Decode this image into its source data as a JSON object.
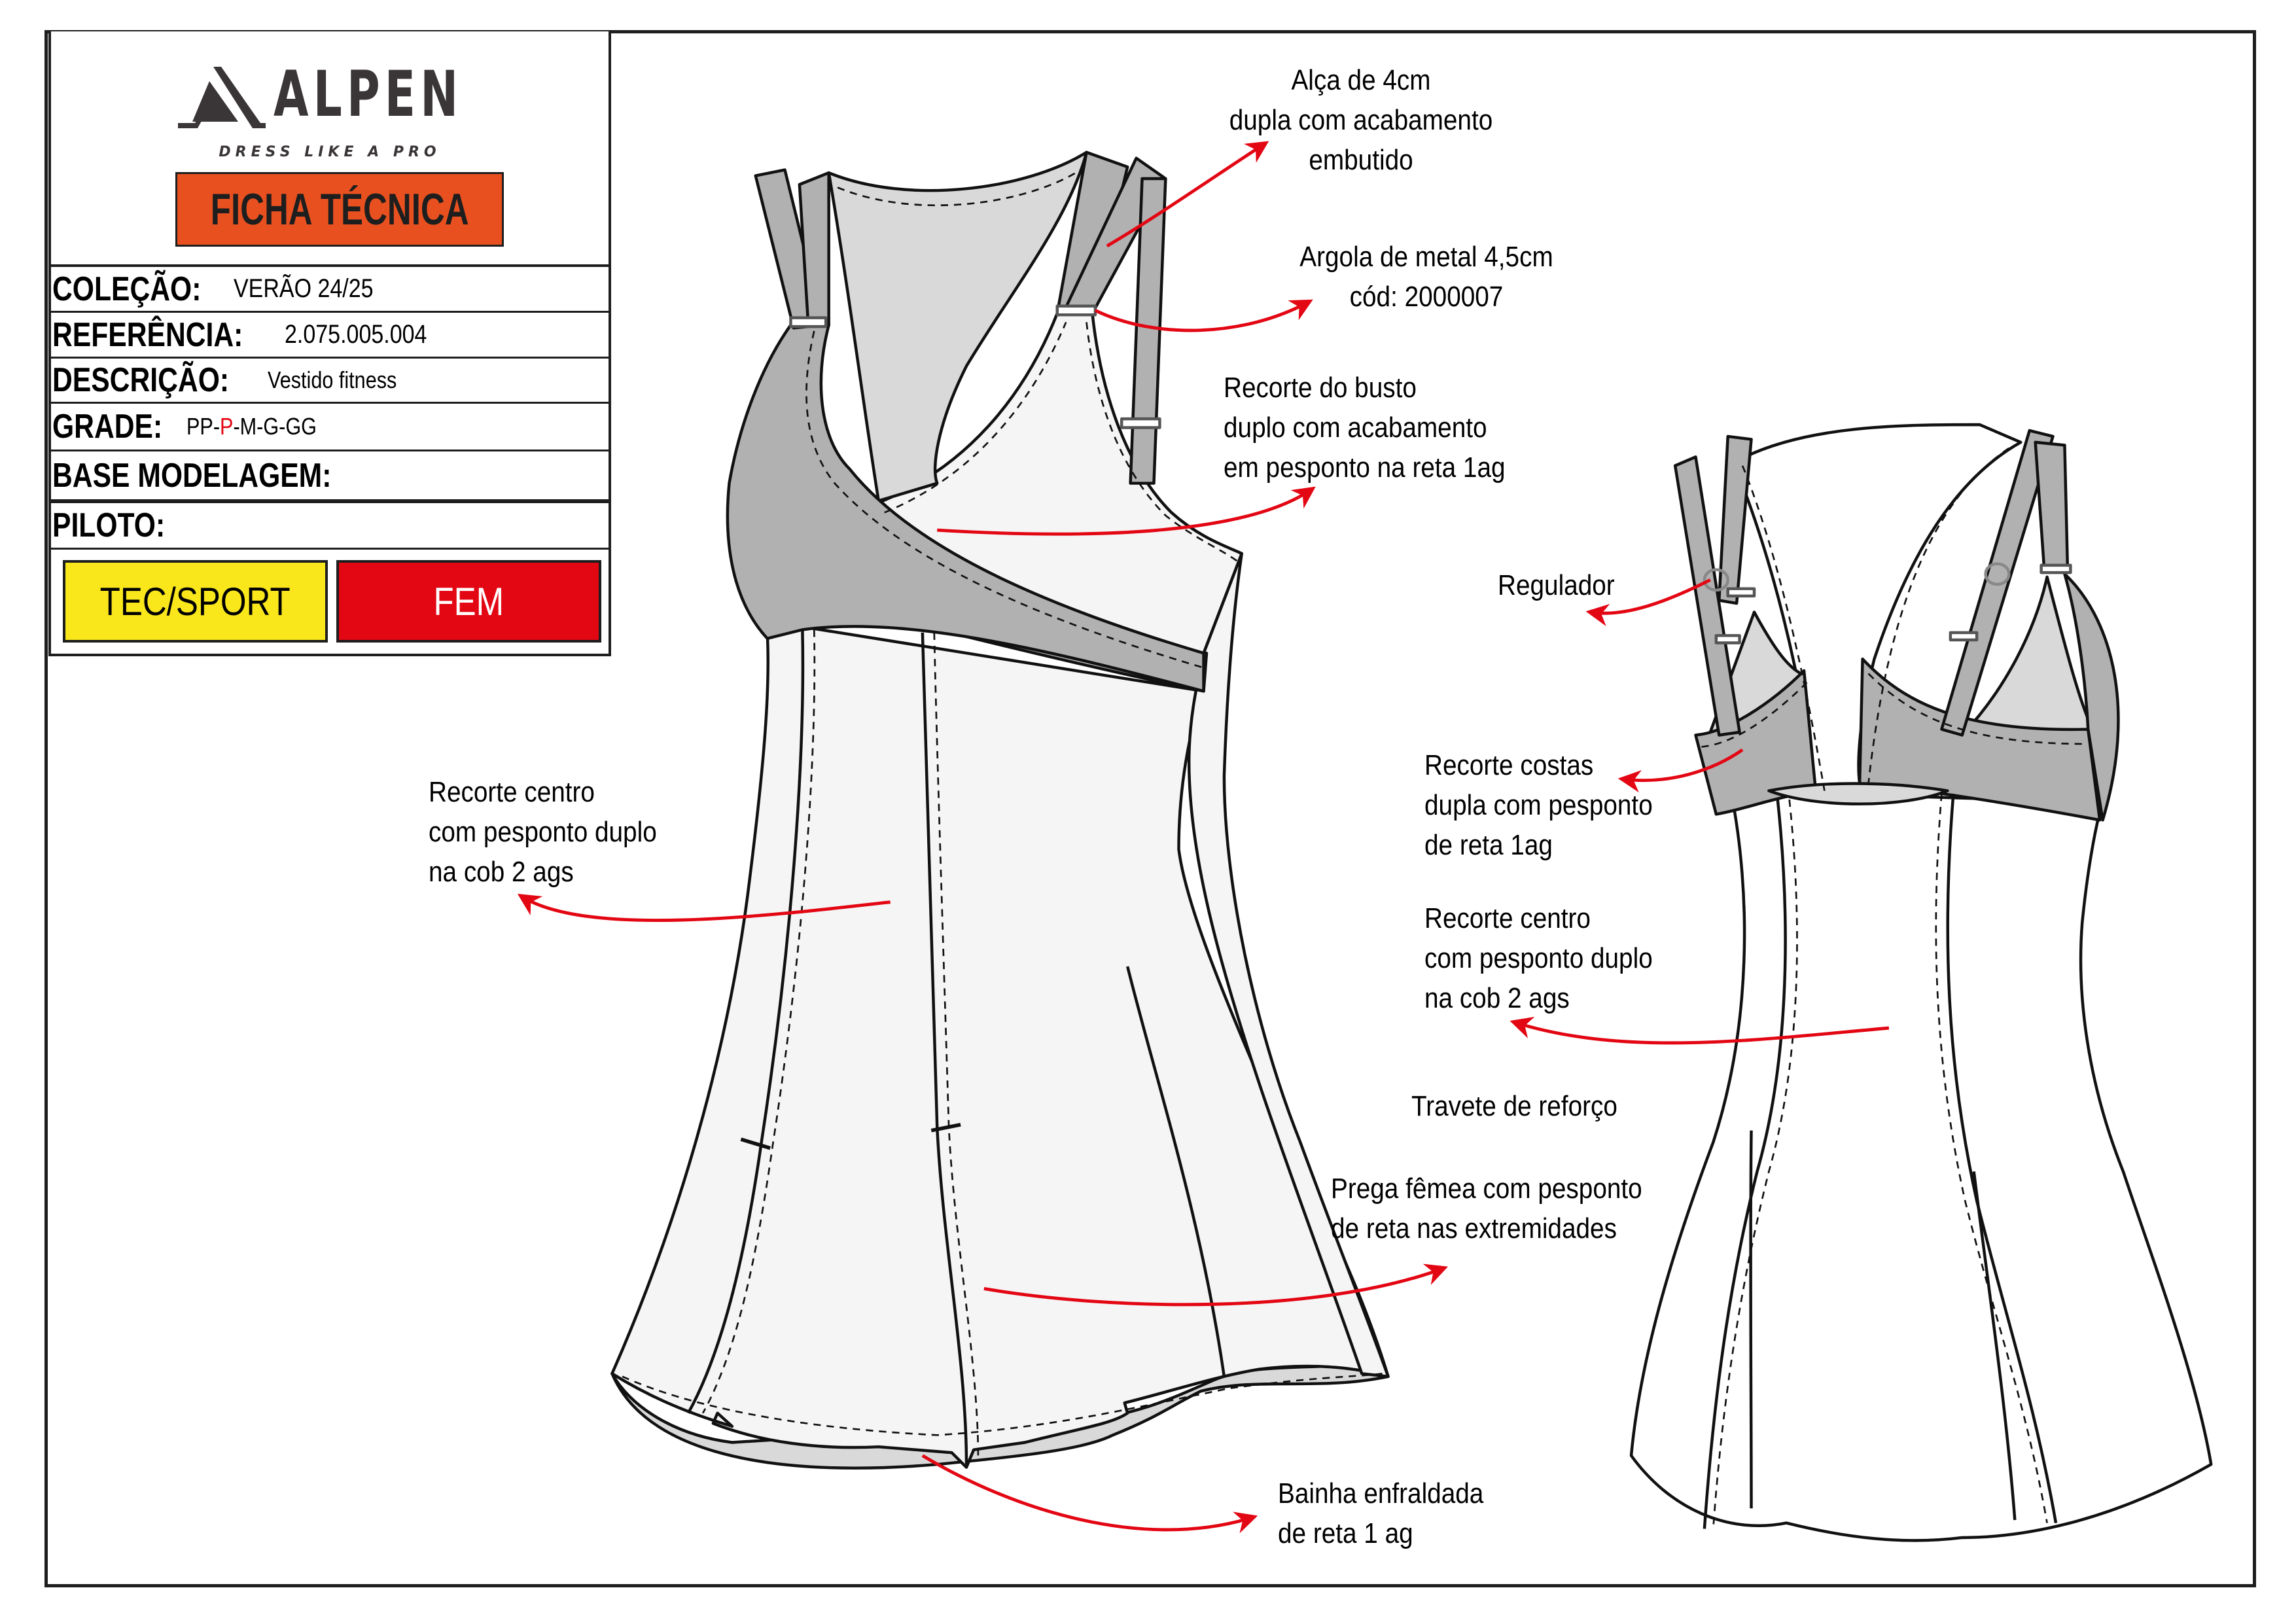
{
  "brand": {
    "name": "ALPEN",
    "tagline": "DRESS LIKE A PRO",
    "doc_title": "FICHA TÉCNICA",
    "colors": {
      "brand_dark": "#3a3537",
      "title_bg": "#e8511f"
    }
  },
  "spec": {
    "colecao": {
      "label": "COLEÇÃO:",
      "value": "VERÃO 24/25"
    },
    "referencia": {
      "label": "REFERÊNCIA:",
      "value": "2.075.005.004"
    },
    "descricao": {
      "label": "DESCRIÇÃO:",
      "value": "Vestido fitness"
    },
    "grade": {
      "label": "GRADE:",
      "sizes": [
        "PP",
        "P",
        "M",
        "G",
        "GG"
      ],
      "separator": "-",
      "highlighted_size": "P",
      "highlight_color": "#e30613"
    },
    "base_modelagem": {
      "label": "BASE MODELAGEM:",
      "value": ""
    },
    "piloto": {
      "label": "PILOTO:",
      "value": ""
    }
  },
  "tags": [
    {
      "label": "TEC/SPORT",
      "bg": "#f9e71c",
      "fg": "#000000"
    },
    {
      "label": "FEM",
      "bg": "#e30613",
      "fg": "#ffffff"
    }
  ],
  "annotations": {
    "alca": [
      "Alça  de 4cm",
      "dupla com acabamento",
      "embutido"
    ],
    "argola": [
      "Argola de metal 4,5cm",
      "cód: 2000007"
    ],
    "recorte_busto": [
      "Recorte do busto",
      "duplo com acabamento",
      "em pesponto na reta 1ag"
    ],
    "regulador": [
      "Regulador"
    ],
    "recorte_costas": [
      "Recorte costas",
      "dupla com pesponto",
      "de reta 1ag"
    ],
    "recorte_centro_frente": [
      "Recorte centro",
      "com pesponto duplo",
      "na cob 2 ags"
    ],
    "recorte_centro_costas": [
      "Recorte centro",
      "com pesponto duplo",
      "na cob 2 ags"
    ],
    "travete": [
      "Travete de reforço"
    ],
    "prega": [
      "Prega fêmea com pesponto",
      "de reta nas extremidades"
    ],
    "bainha": [
      "Bainha enfraldada",
      "de reta 1 ag"
    ]
  },
  "drawing_colors": {
    "outline": "#111111",
    "dark_gray": "#b1b1b1",
    "light_gray": "#d9d9d9",
    "off_white": "#f5f5f5",
    "arrow": "#e30613"
  }
}
